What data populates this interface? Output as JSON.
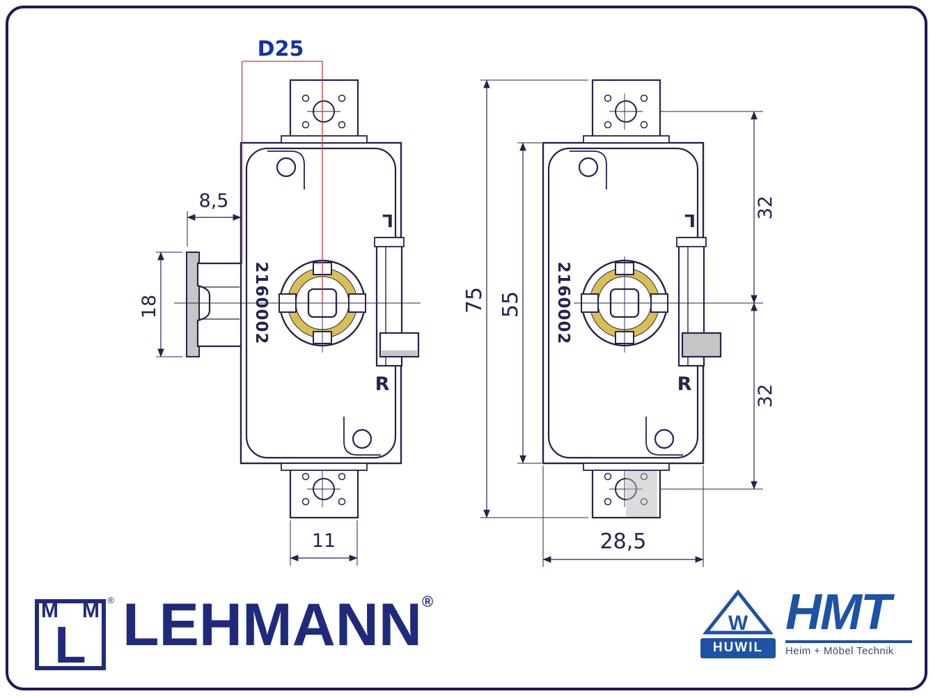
{
  "colors": {
    "line": "#23234d",
    "red": "#c23b3b",
    "labelblue": "#1133aa",
    "yellow": "#d9be52",
    "navy": "#202a7c",
    "hmtblue": "#1d52a5",
    "border": "#1a1a5c",
    "grayfill": "#c6c6c6"
  },
  "drawing": {
    "d25_label": "D25",
    "serial": "2160002",
    "left_mark": "L",
    "right_mark": "R",
    "dims": {
      "latch_depth": "8,5",
      "latch_height": "18",
      "tab_width": "11",
      "total_height": "75",
      "body_height": "55",
      "hole_offset_top": "32",
      "hole_offset_bottom": "32",
      "body_width": "28,5"
    }
  },
  "branding": {
    "lehmann": {
      "monogram_left": "M",
      "monogram_right": "M",
      "monogram_main": "L",
      "registered": "®",
      "wordmark": "LEHMANN",
      "wordmark_registered": "®"
    },
    "hmt": {
      "w_mark": "W",
      "huwil_label": "HUWIL",
      "name": "HMT",
      "tagline": "Heim + Möbel Technik"
    }
  }
}
